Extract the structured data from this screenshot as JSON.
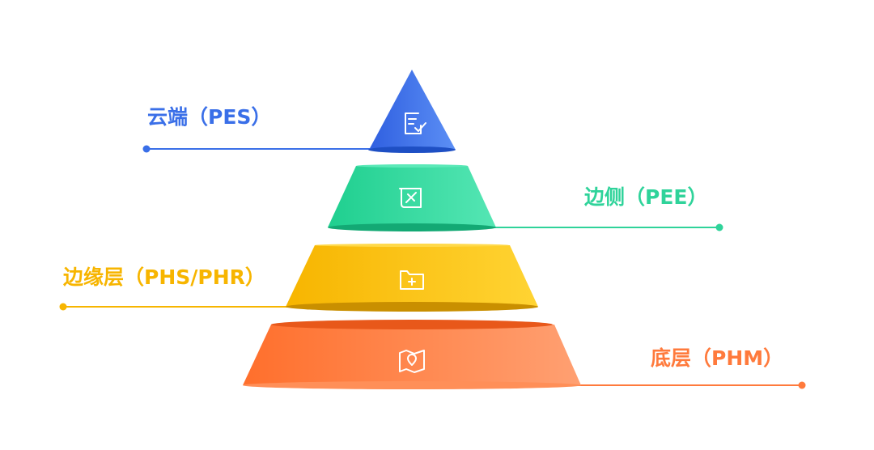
{
  "tiers": [
    {
      "label": "云端（PES）",
      "color": "#3a6fe8",
      "icon": "document-check-icon"
    },
    {
      "label": "边侧（PEE）",
      "color": "#2fd39a",
      "icon": "scroll-certificate-icon"
    },
    {
      "label": "边缘层（PHS/PHR）",
      "color": "#f7b500",
      "icon": "folder-add-icon"
    },
    {
      "label": "底层（PHM）",
      "color": "#ff7a3c",
      "icon": "map-location-icon"
    }
  ]
}
